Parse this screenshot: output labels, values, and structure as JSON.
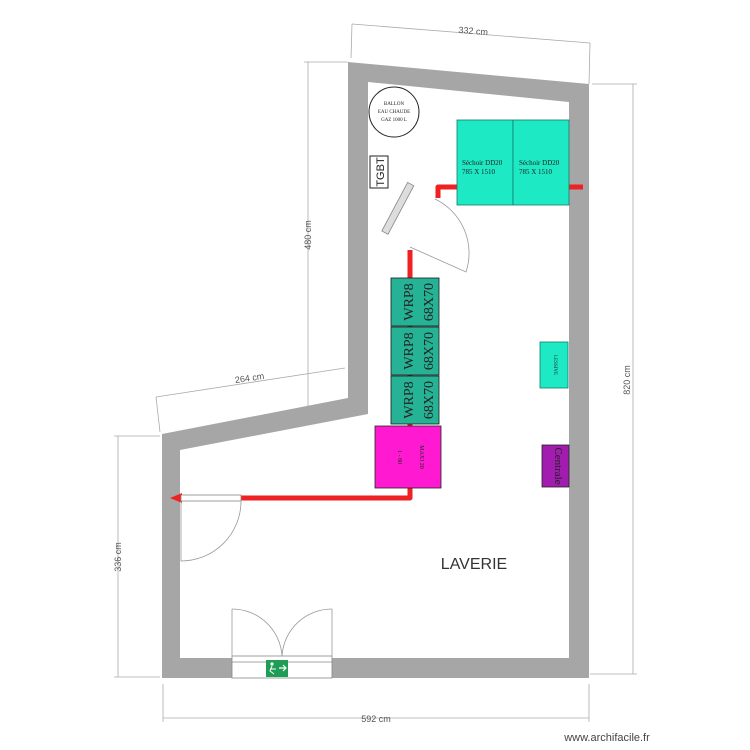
{
  "room_label": "LAVERIE",
  "dimensions": {
    "top": "332 cm",
    "right": "820 cm",
    "bottom": "592 cm",
    "left": "336 cm",
    "upper_left_vertical": "480 cm",
    "diagonal": "264 cm"
  },
  "equipment": {
    "ballon": [
      "BALLON",
      "EAU CHAUDE",
      "GAZ 1000 L"
    ],
    "tgbt": "TGBT",
    "dryers": [
      {
        "name": "Séchoir DD20",
        "size": "785 X 1510"
      },
      {
        "name": "Séchoir DD20",
        "size": "785 X 1510"
      }
    ],
    "washers": [
      {
        "model": "WRP8",
        "size": "68X70"
      },
      {
        "model": "WRP8",
        "size": "68X70"
      },
      {
        "model": "WRP8",
        "size": "68X70"
      }
    ],
    "magenta_unit": [
      "MAXI 20",
      "1 - 80"
    ],
    "wall_unit": "LESSIVE",
    "console": "Centrale"
  },
  "watermark": "www.archifacile.fr",
  "colors": {
    "wall": "#a6a6a6",
    "pipe": "#ee2222",
    "dryer": "#1de9c4",
    "washer": "#26b395",
    "magenta_unit": "#ff1ad1",
    "console": "#a21caf",
    "exit_sign": "#1f9d55"
  }
}
